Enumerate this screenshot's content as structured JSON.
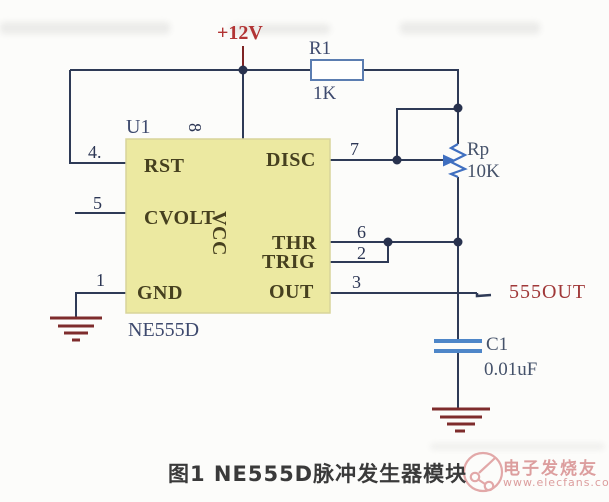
{
  "figure": {
    "caption": "图1 NE555D脉冲发生器模块"
  },
  "power": {
    "label": "+12V"
  },
  "net_labels": {
    "output": "555OUT"
  },
  "ic": {
    "ref": "U1",
    "part": "NE555D",
    "pin_numbers": {
      "p1": "1",
      "p2": "2",
      "p3": "3",
      "p4": "4.",
      "p5": "5",
      "p6": "6",
      "p7": "7",
      "p8": "8"
    },
    "pin_names": {
      "rst": "RST",
      "cvolt": "CVOLT",
      "gnd": "GND",
      "disc": "DISC",
      "thr": "THR",
      "trig": "TRIG",
      "out": "OUT",
      "vcc": "VCC"
    }
  },
  "components": {
    "r1": {
      "ref": "R1",
      "value": "1K"
    },
    "rp": {
      "ref": "Rp",
      "value": "10K"
    },
    "c1": {
      "ref": "C1",
      "value": "0.01uF"
    }
  },
  "watermark": {
    "site_name": "电子发烧友",
    "site_url": "www.elecfans.com"
  },
  "colors": {
    "wire": "#2e3a56",
    "junction_dot": "#28324e",
    "ic_fill": "#ece9a1",
    "ic_border": "#d8d49a",
    "ic_text": "#46401f",
    "resistor_border_blue": "#5b7db1",
    "pot_blue": "#3f6fc0",
    "capacitor_blue": "#4e86c8",
    "ground_maroon": "#7e2c2c",
    "power_red": "#b23434",
    "net_red": "#a03838",
    "value_gray": "#45526a",
    "watermark_pink": "#dc9e9e"
  }
}
